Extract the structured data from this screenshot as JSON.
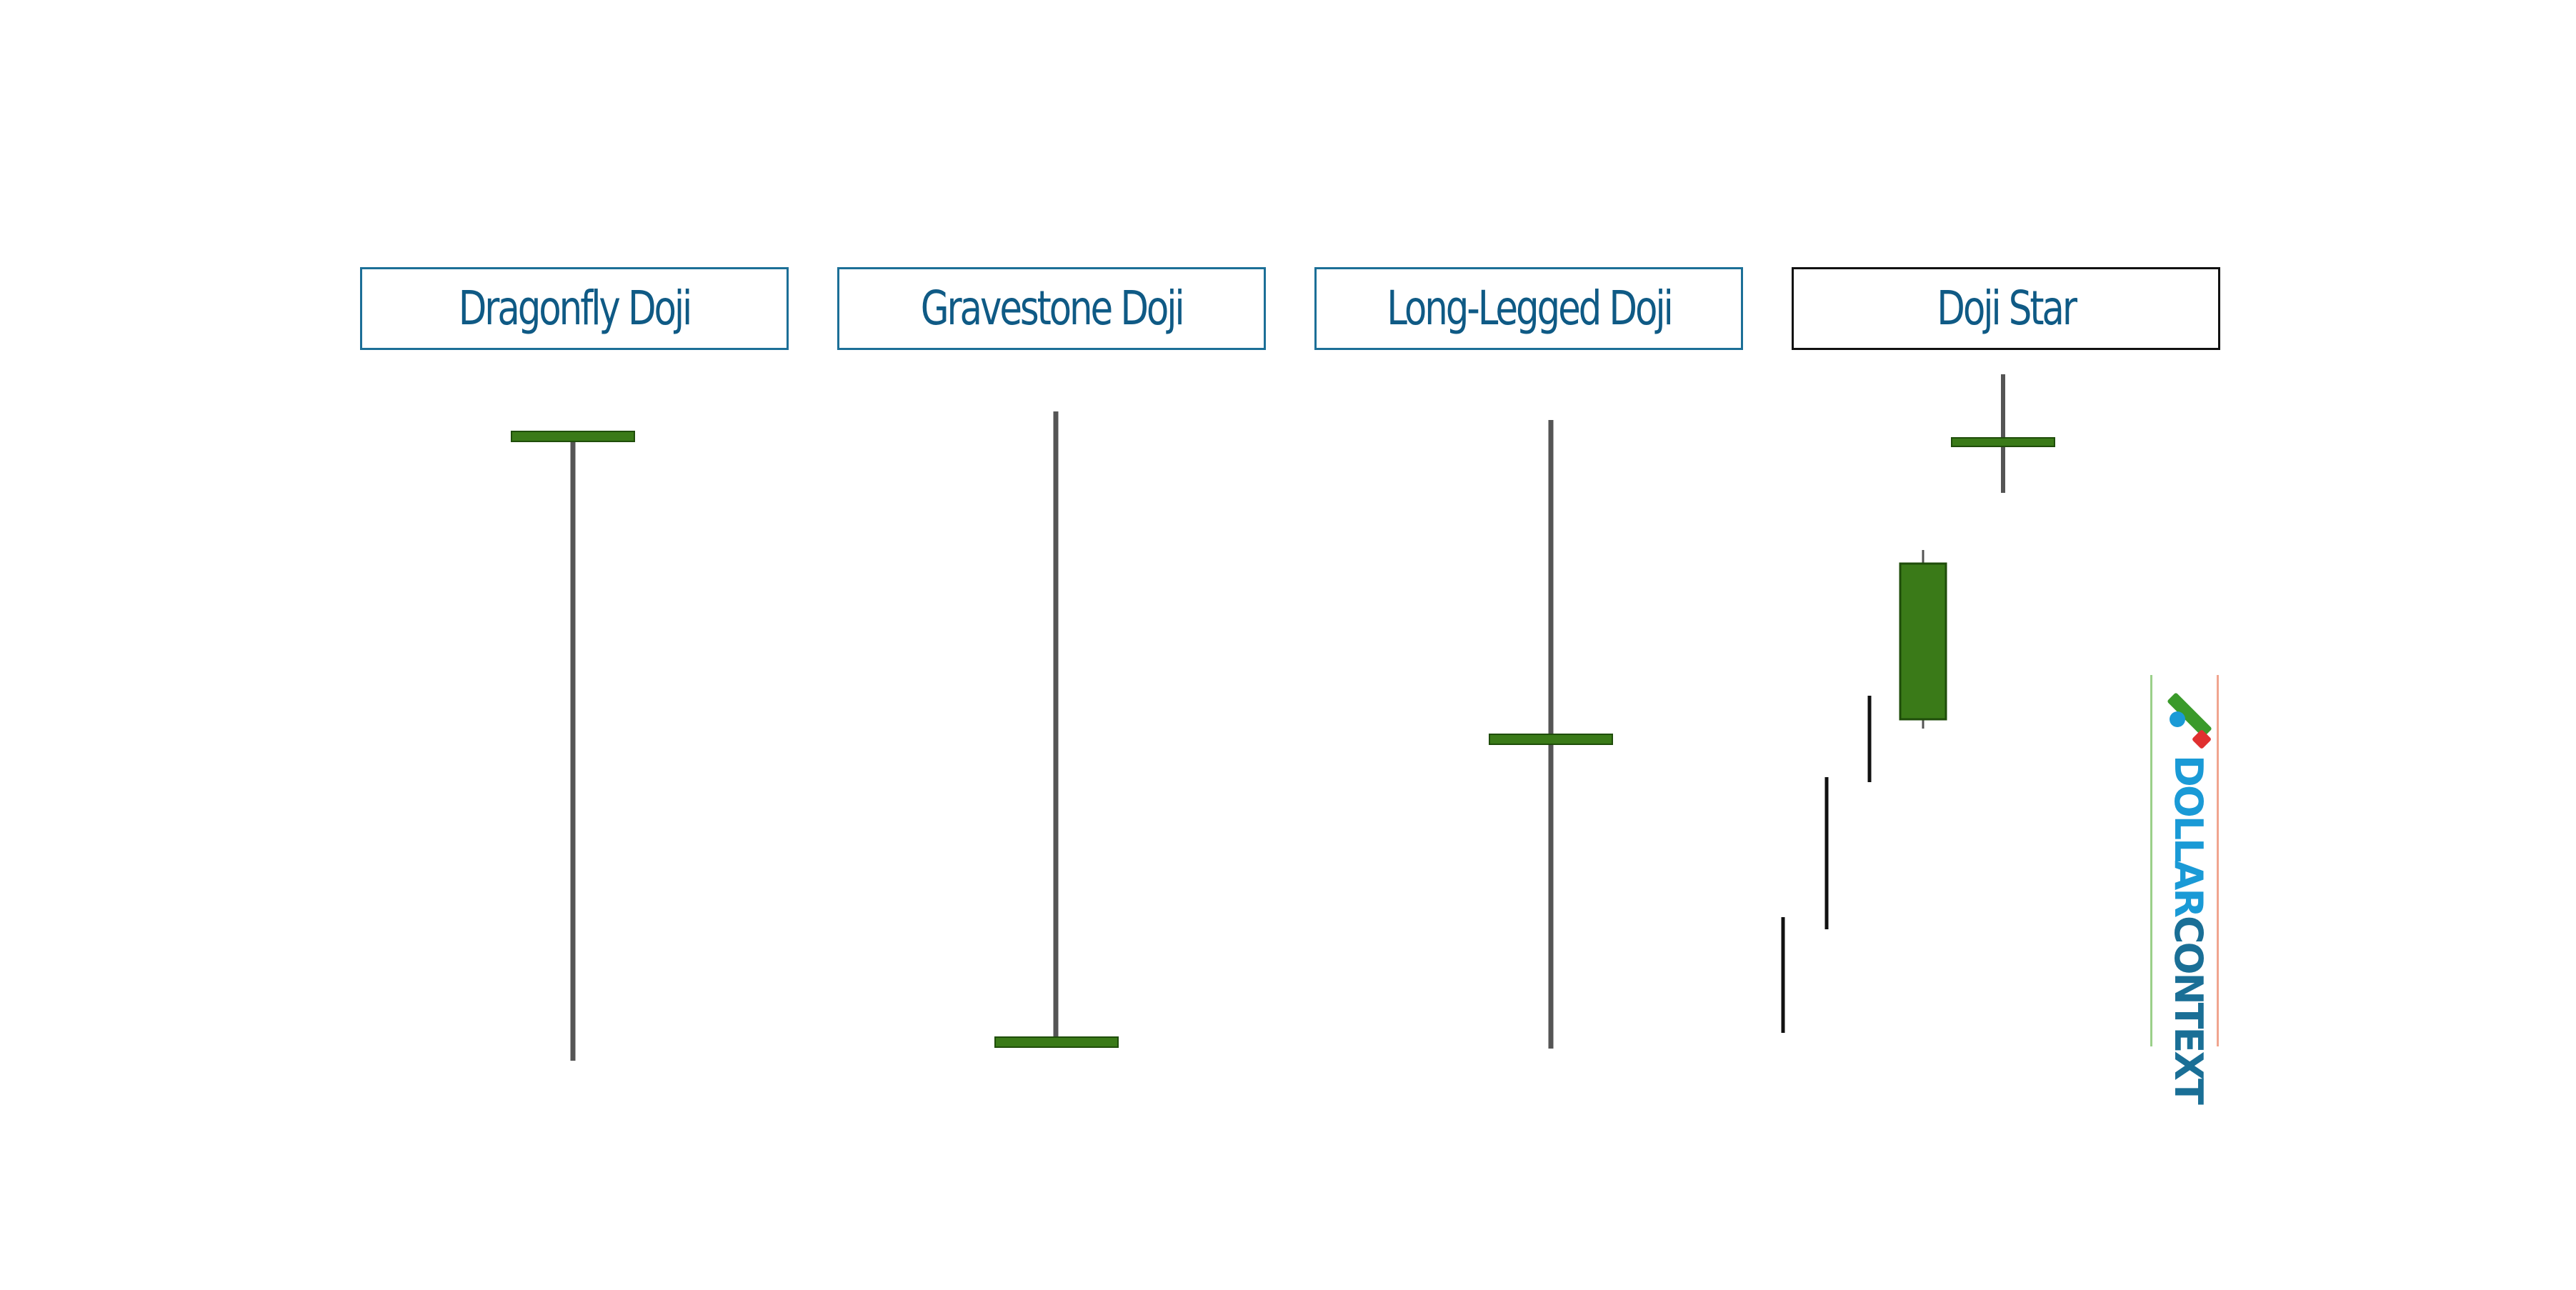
{
  "patterns": [
    {
      "title": "Dragonfly Doji"
    },
    {
      "title": "Gravestone Doji"
    },
    {
      "title": "Long-Legged Doji"
    },
    {
      "title": "Doji Star"
    }
  ],
  "logo": {
    "part1": "DOLLAR",
    "part2": "CONTEXT"
  },
  "colors": {
    "label_border": "#1c6f97",
    "label_text": "#0f5a85",
    "doji_star_border": "#111111",
    "candle_body": "#3a7a18",
    "candle_body_edge": "#1f4d0a",
    "wick": "#555555",
    "trend_line": "#111111",
    "logo_blue": "#1a9ad6",
    "logo_teal": "#1a6f96",
    "logo_green": "#3a9a2a",
    "logo_red": "#e03030"
  },
  "icons": {
    "logo_mark": "dollarcontext-logo-icon"
  }
}
